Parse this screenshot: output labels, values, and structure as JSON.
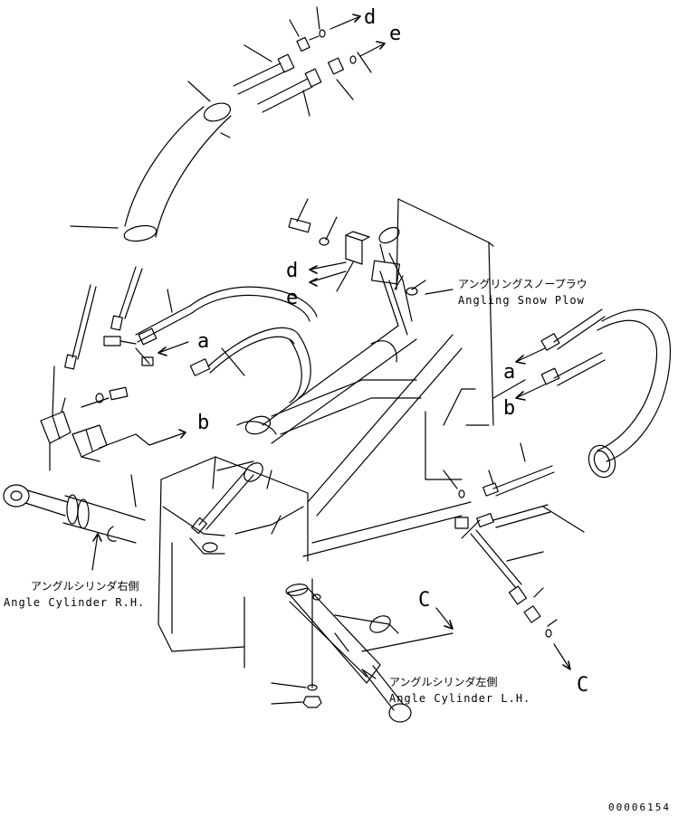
{
  "labels": {
    "snow_plow_jp": "アングリングスノープラウ",
    "snow_plow_en": "Angling Snow Plow",
    "cyl_rh_jp": "アングルシリンダ右側",
    "cyl_rh_en": "Angle Cylinder R.H.",
    "cyl_lh_jp": "アングルシリンダ左側",
    "cyl_lh_en": "Angle Cylinder L.H."
  },
  "callouts": {
    "d_top": "d",
    "e_top": "e",
    "d_mid": "d",
    "e_mid": "e",
    "a_left": "a",
    "b_left": "b",
    "a_right": "a",
    "b_right": "b",
    "c_mid": "C",
    "c_right": "C"
  },
  "drawing_number": "00006154"
}
